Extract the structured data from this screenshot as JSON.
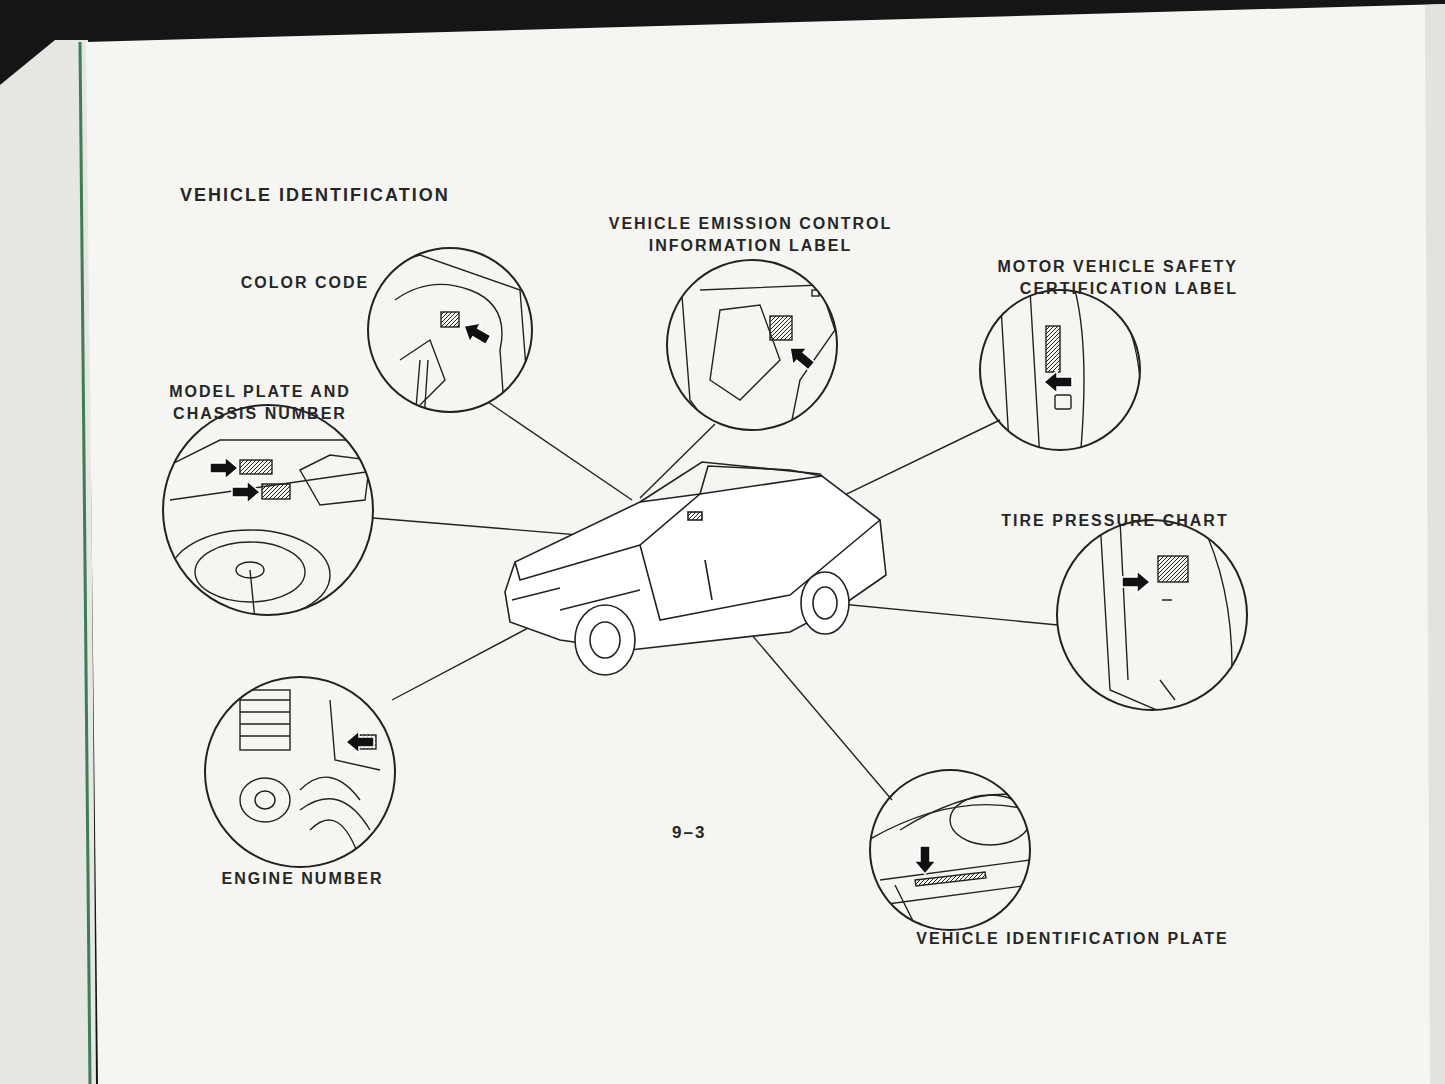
{
  "diagram": {
    "title": "VEHICLE IDENTIFICATION",
    "nodes": [
      {
        "text": [
          "COLOR CODE"
        ]
      },
      {
        "text": [
          "VEHICLE EMISSION CONTROL INFORMATION LABEL"
        ]
      },
      {
        "text": [
          "MOTOR VEHICLE SAFETY CERTIFICATION LABEL"
        ]
      },
      {
        "text": [
          "MODEL PLATE AND CHASSIS NUMBER"
        ]
      },
      {
        "text": [
          "TIRE PRESSURE CHART"
        ]
      },
      {
        "text": [
          "ENGINE NUMBER"
        ]
      },
      {
        "text": [
          "VEHICLE IDENTIFICATION PLATE"
        ]
      }
    ],
    "labels": [
      "9–3"
    ]
  }
}
